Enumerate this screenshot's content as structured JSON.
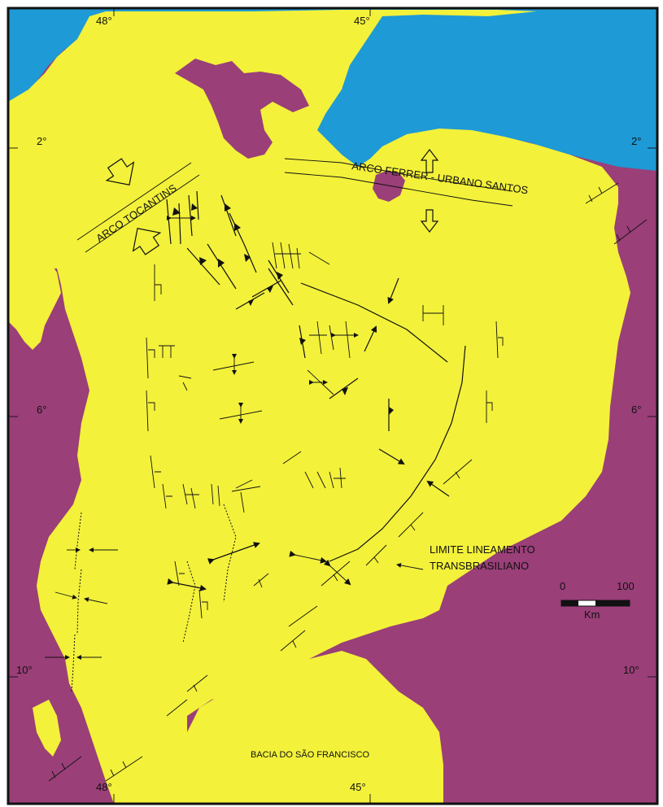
{
  "map": {
    "colors": {
      "ocean": "#1e9ad6",
      "craton": "#9a3f78",
      "basin": "#f3f13a",
      "ink": "#111111"
    },
    "coordinates": {
      "lon_top_left": "48°",
      "lon_top_right": "45°",
      "lon_bottom_left": "48°",
      "lon_bottom_right": "45°",
      "lat_2_left": "2°",
      "lat_2_right": "2°",
      "lat_6_left": "6°",
      "lat_6_right": "6°",
      "lat_10_left": "10°",
      "lat_10_right": "10°"
    },
    "labels": {
      "arco_tocantins": "ARCO TOCANTINS",
      "arco_ferrer": "ARCO FERRER - URBANO SANTOS",
      "limite_line1": "LIMITE LINEAMENTO",
      "limite_line2": "TRANSBRASILIANO",
      "bacia": "BACIA DO SÃO FRANCISCO"
    },
    "scale_bar": {
      "min_label": "0",
      "max_label": "100",
      "unit": "Km"
    }
  }
}
